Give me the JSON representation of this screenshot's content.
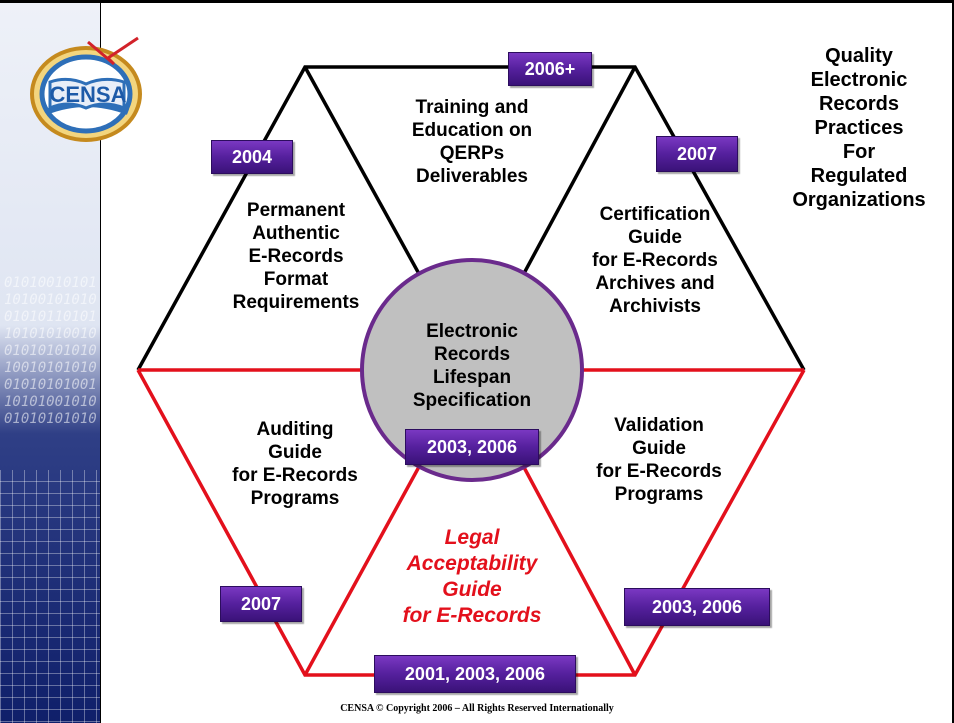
{
  "side_title": [
    "Quality",
    "Electronic",
    "Records",
    "Practices",
    "For",
    "Regulated",
    "Organizations"
  ],
  "logo_text": "CENSA",
  "center": {
    "lines": [
      "Electronic",
      "Records",
      "Lifespan",
      "Specification"
    ],
    "year": "2003, 2006"
  },
  "segments": {
    "top": {
      "lines": [
        "Training and",
        "Education on",
        "QERPs",
        "Deliverables"
      ],
      "year": "2006+"
    },
    "upper_left": {
      "lines": [
        "Permanent",
        "Authentic",
        "E-Records",
        "Format",
        "Requirements"
      ],
      "year": "2004"
    },
    "upper_right": {
      "lines": [
        "Certification",
        "Guide",
        "for E-Records",
        "Archives and",
        "Archivists"
      ],
      "year": "2007"
    },
    "lower_left": {
      "lines": [
        "Auditing",
        "Guide",
        "for E-Records",
        "Programs"
      ],
      "year": "2007"
    },
    "lower_right": {
      "lines": [
        "Validation",
        "Guide",
        "for E-Records",
        "Programs"
      ],
      "year": "2003, 2006"
    },
    "bottom": {
      "lines": [
        "Legal",
        "Acceptability",
        "Guide",
        "for E-Records"
      ],
      "year": "2001, 2003, 2006"
    }
  },
  "copyright": "CENSA © Copyright 2006 – All Rights Reserved Internationally",
  "colors": {
    "upper_lines": "#000000",
    "lower_lines": "#e3101c",
    "badge": "#5a22a0",
    "circle_fill": "#c0c0c0",
    "legal_text": "#e3101c"
  }
}
